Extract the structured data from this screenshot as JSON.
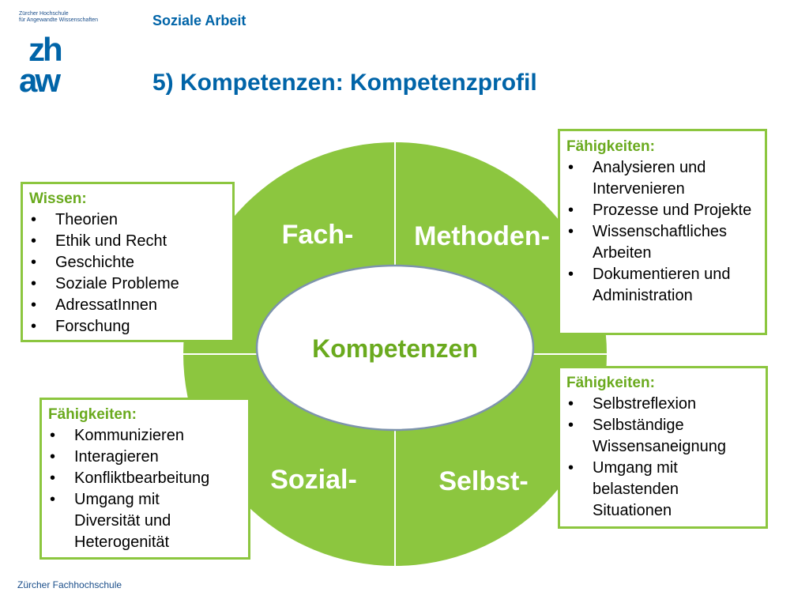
{
  "header": {
    "institution_line1": "Zürcher Hochschule",
    "institution_line2": "für Angewandte Wissenschaften",
    "logo_text_top": "zh",
    "logo_text_bottom": "aw",
    "department": "Soziale Arbeit",
    "title": "5) Kompetenzen: Kompetenzprofil"
  },
  "diagram": {
    "colors": {
      "green": "#8cc63f",
      "ellipse_fill": "#ffffff",
      "ellipse_stroke": "#7d93ad",
      "text": "#ffffff",
      "center_text": "#6aaa1e"
    },
    "quadrants": {
      "top_left": "Fach-",
      "top_right": "Methoden-",
      "bottom_left": "Sozial-",
      "bottom_right": "Selbst-"
    },
    "center": "Kompetenzen"
  },
  "boxes": {
    "wissen": {
      "head": "Wissen:",
      "items": [
        "Theorien",
        "Ethik und Recht",
        "Geschichte",
        "Soziale Probleme",
        "AdressatInnen",
        "Forschung"
      ]
    },
    "methoden": {
      "head": "Fähigkeiten:",
      "items": [
        "Analysieren und Intervenieren",
        "Prozesse und Projekte",
        "Wissenschaftliches Arbeiten",
        "Dokumentieren und Administration"
      ]
    },
    "sozial": {
      "head": "Fähigkeiten:",
      "items": [
        "Kommunizieren",
        "Interagieren",
        "Konfliktbearbeitung",
        "Umgang mit Diversität und Heterogenität"
      ]
    },
    "selbst": {
      "head": "Fähigkeiten:",
      "items": [
        "Selbstreflexion",
        "Selbständige Wissensaneignung",
        "Umgang mit belastenden Situationen"
      ]
    }
  },
  "footer": {
    "text": "Zürcher Fachhochschule"
  }
}
